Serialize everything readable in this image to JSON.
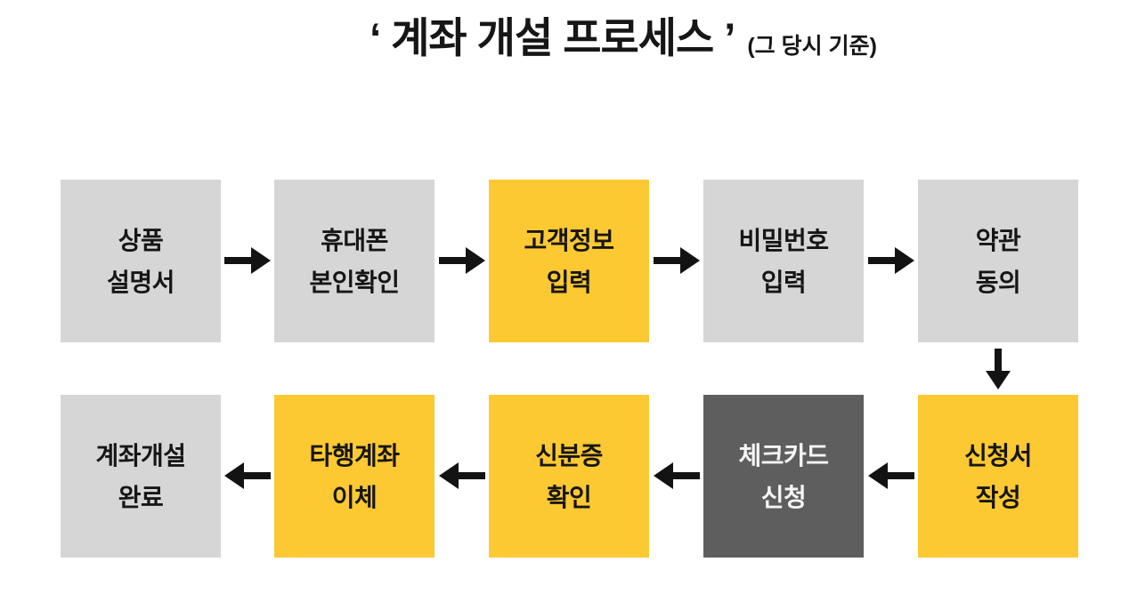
{
  "title": {
    "text": "‘ 계좌 개설 프로세스 ’",
    "suffix": "(그 당시 기준)"
  },
  "colors": {
    "background": "#ffffff",
    "box_gray": "#d6d6d6",
    "box_yellow": "#fdc932",
    "box_dark": "#5e5e5e",
    "arrow_black": "#131313",
    "text_dark": "#161616",
    "text_light": "#f5f5f5"
  },
  "flow": {
    "row1": {
      "direction": "left-to-right",
      "boxes": [
        {
          "line1": "상품",
          "line2": "설명서",
          "variant": "gray"
        },
        {
          "line1": "휴대폰",
          "line2": "본인확인",
          "variant": "gray"
        },
        {
          "line1": "고객정보",
          "line2": "입력",
          "variant": "yellow"
        },
        {
          "line1": "비밀번호",
          "line2": "입력",
          "variant": "gray"
        },
        {
          "line1": "약관",
          "line2": "동의",
          "variant": "gray"
        }
      ]
    },
    "connector": {
      "type": "down-arrow"
    },
    "row2": {
      "direction": "right-to-left",
      "boxes": [
        {
          "line1": "계좌개설",
          "line2": "완료",
          "variant": "gray"
        },
        {
          "line1": "타행계좌",
          "line2": "이체",
          "variant": "yellow"
        },
        {
          "line1": "신분증",
          "line2": "확인",
          "variant": "yellow"
        },
        {
          "line1": "체크카드",
          "line2": "신청",
          "variant": "dark"
        },
        {
          "line1": "신청서",
          "line2": "작성",
          "variant": "yellow"
        }
      ]
    }
  }
}
